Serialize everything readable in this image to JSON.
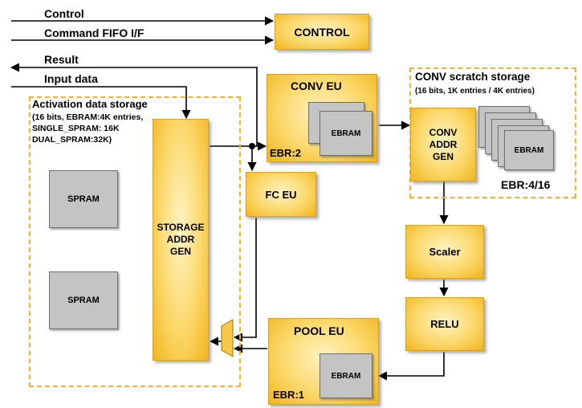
{
  "inputs": {
    "control": "Control",
    "command_fifo": "Command FIFO I/F",
    "result": "Result",
    "input_data": "Input data"
  },
  "blocks": {
    "control": "CONTROL",
    "conv_eu": "CONV EU",
    "conv_eu_ebram": "EBRAM",
    "conv_eu_ebr": "EBR:2",
    "fc_eu": "FC EU",
    "storage_addr_gen": [
      "STORAGE",
      "ADDR",
      "GEN"
    ],
    "spram_top": "SPRAM",
    "spram_bottom": "SPRAM",
    "pool_eu": "POOL EU",
    "pool_eu_ebram": "EBRAM",
    "pool_eu_ebr": "EBR:1",
    "conv_addr_gen": [
      "CONV",
      "ADDR",
      "GEN"
    ],
    "scratch_ebram": "EBRAM",
    "scratch_ebr": "EBR:4/16",
    "scaler": "Scaler",
    "relu": "RELU"
  },
  "regions": {
    "activation_title": "Activation data storage",
    "activation_details": [
      "(16 bits, EBRAM:4K entries,",
      "SINGLE_SPRAM: 16K",
      "DUAL_SPRAM:32K)"
    ],
    "scratch_title": "CONV scratch storage",
    "scratch_details": "(16 bits, 1K entries / 4K entries)"
  },
  "colors": {
    "block_fill": "#f7c948",
    "block_border": "#d9a21c",
    "region_border": "#f0b428",
    "memory_fill": "#c4c4c4",
    "arrow": "#000000"
  }
}
